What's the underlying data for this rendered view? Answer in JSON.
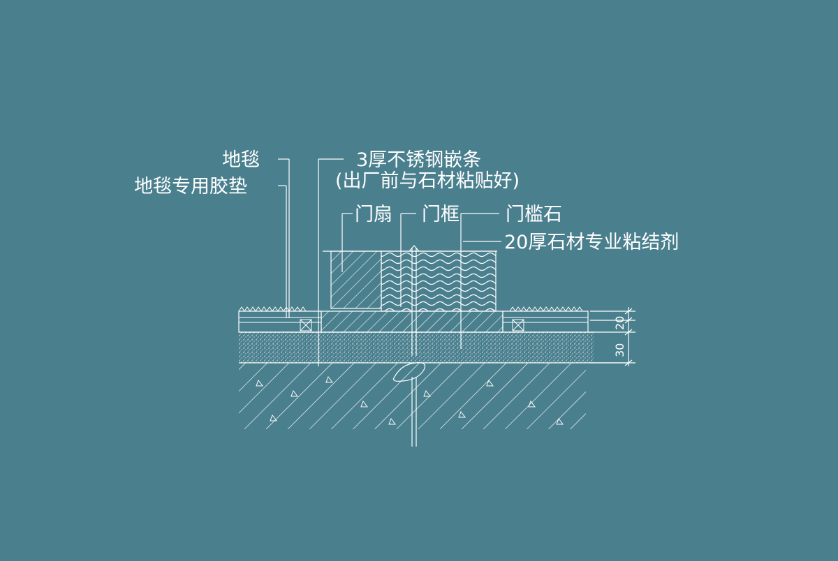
{
  "labels": {
    "carpet": "地毯",
    "carpet_pad": "地毯专用胶垫",
    "steel_strip_line1": "3厚不锈钢嵌条",
    "steel_strip_line2": "(出厂前与石材粘贴好)",
    "door_leaf": "门扇",
    "door_frame": "门框",
    "threshold_stone": "门槛石",
    "adhesive": "20厚石材专业粘结剂"
  },
  "dimensions": [
    "20",
    "30"
  ],
  "colors": {
    "background": "#4a7f8e",
    "line": "#ffffff"
  }
}
